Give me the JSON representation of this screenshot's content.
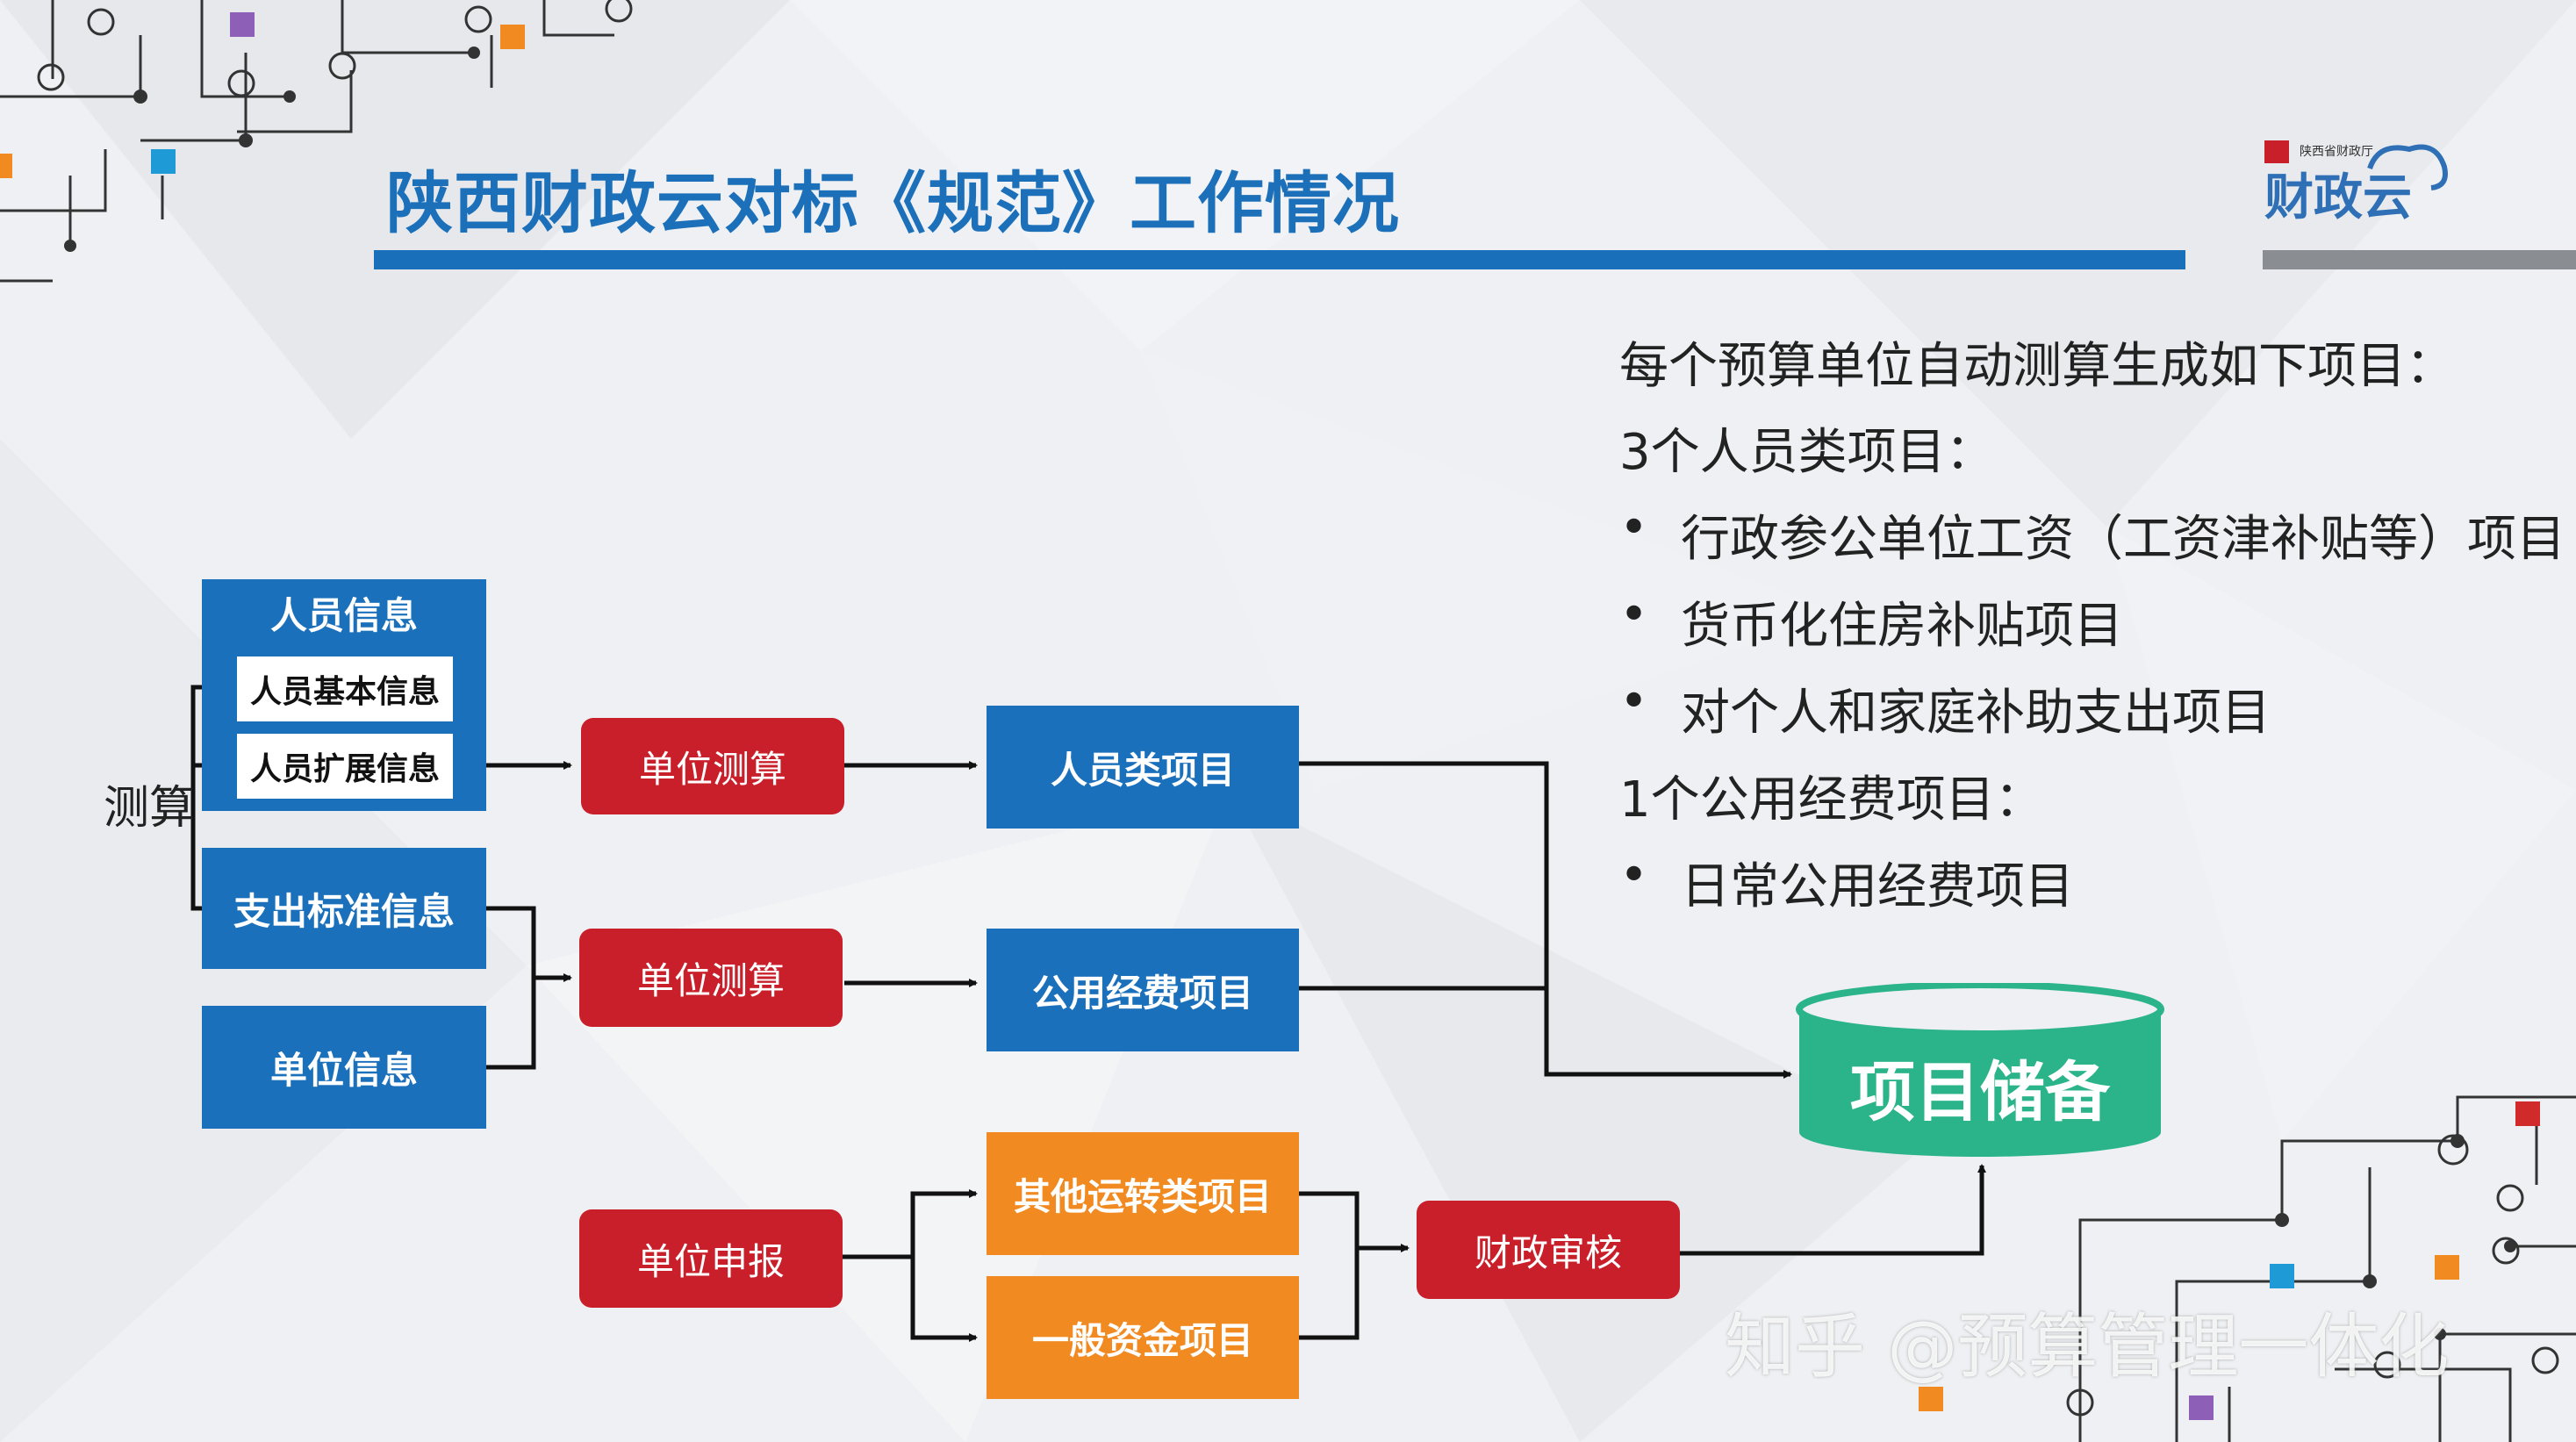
{
  "title": "陕西财政云对标《规范》工作情况",
  "logo": {
    "small_text": "陕西省财政厅",
    "main_text": "财政云"
  },
  "right_panel": {
    "intro": "每个预算单位自动测算生成如下项目：",
    "personnel_heading": "3个人员类项目：",
    "personnel_items": [
      "行政参公单位工资（工资津补贴等）项目",
      "货币化住房补贴项目",
      "对个人和家庭补助支出项目"
    ],
    "public_heading": "1个公用经费项目：",
    "public_items": [
      "日常公用经费项目"
    ],
    "bullet": "•"
  },
  "diagram": {
    "measure_label": "测算",
    "personnel_info": {
      "title": "人员信息",
      "basic": "人员基本信息",
      "extended": "人员扩展信息"
    },
    "expense_standard": "支出标准信息",
    "unit_info": "单位信息",
    "unit_calc_1": "单位测算",
    "unit_calc_2": "单位测算",
    "unit_report": "单位申报",
    "personnel_project": "人员类项目",
    "public_project": "公用经费项目",
    "other_transfer_project": "其他运转类项目",
    "general_fund_project": "一般资金项目",
    "finance_review": "财政审核",
    "project_store": "项目储备"
  },
  "watermark": "知乎 @预算管理一体化",
  "colors": {
    "title_blue": "#1c70b9",
    "box_blue": "#1b70bb",
    "box_red": "#c91f2a",
    "box_orange": "#f08a21",
    "db_green": "#2bb389",
    "accent_gray": "#8a8d91"
  }
}
